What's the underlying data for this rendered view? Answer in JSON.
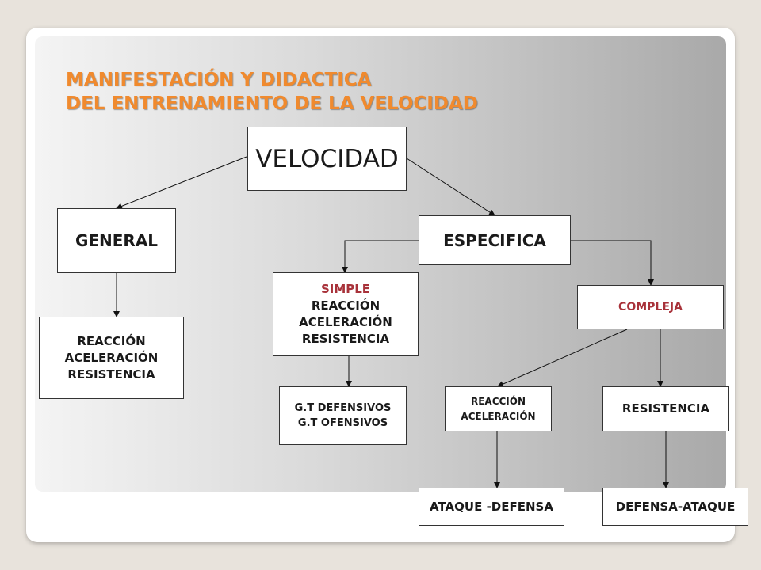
{
  "title": {
    "line1": "MANIFESTACIÓN Y DIDACTICA",
    "line2": "DEL ENTRENAMIENTO DE LA VELOCIDAD"
  },
  "nodes": {
    "velocidad": "VELOCIDAD",
    "general": "GENERAL",
    "especifica": "ESPECIFICA",
    "general_child": [
      "REACCIÓN",
      "ACELERACIÓN",
      "RESISTENCIA"
    ],
    "simple": {
      "heading": "SIMPLE",
      "items": [
        "REACCIÓN",
        "ACELERACIÓN",
        "RESISTENCIA"
      ]
    },
    "compleja": "COMPLEJA",
    "gt": [
      "G.T DEFENSIVOS",
      "G.T OFENSIVOS"
    ],
    "reaccion_aceleracion": [
      "REACCIÓN",
      "ACELERACIÓN"
    ],
    "resistencia": "RESISTENCIA",
    "ataque_defensa": "ATAQUE -DEFENSA",
    "defensa_ataque": "DEFENSA-ATAQUE"
  },
  "colors": {
    "title": "#f08a2e",
    "accent_red": "#a8323a",
    "panel_light": "#f4f4f4",
    "panel_dark": "#a9a9a9"
  }
}
